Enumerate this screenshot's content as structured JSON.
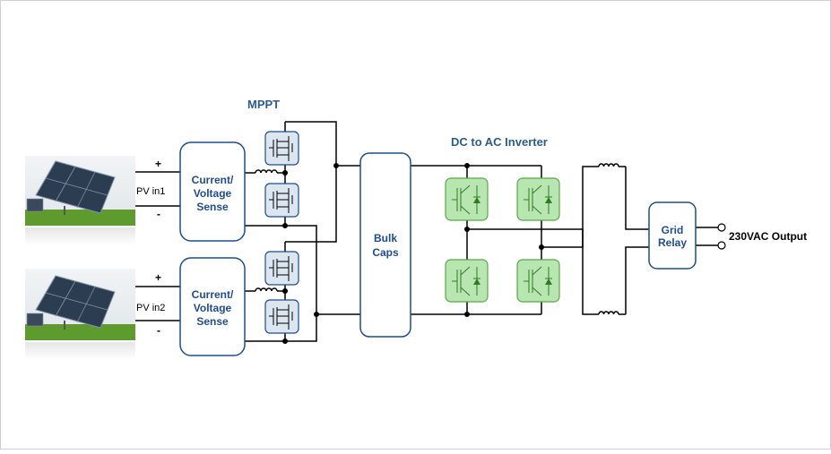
{
  "labels": {
    "mppt": "MPPT",
    "inverter": "DC to AC Inverter",
    "output": "230VAC Output",
    "pv1": "PV in1",
    "pv2": "PV in2",
    "plus": "+",
    "minus": "-"
  },
  "blocks": {
    "sense1": [
      "Current/",
      "Voltage",
      "Sense"
    ],
    "sense2": [
      "Current/",
      "Voltage",
      "Sense"
    ],
    "bulk": [
      "Bulk",
      "Caps"
    ],
    "relay": [
      "Grid",
      "Relay"
    ]
  },
  "colors": {
    "block_border": "#1f4e8c",
    "title": "#2e5c8a",
    "mosfet_fill": "#dce6f1",
    "igbt_fill": "#b8e6b0",
    "igbt_border": "#5aa64a"
  }
}
